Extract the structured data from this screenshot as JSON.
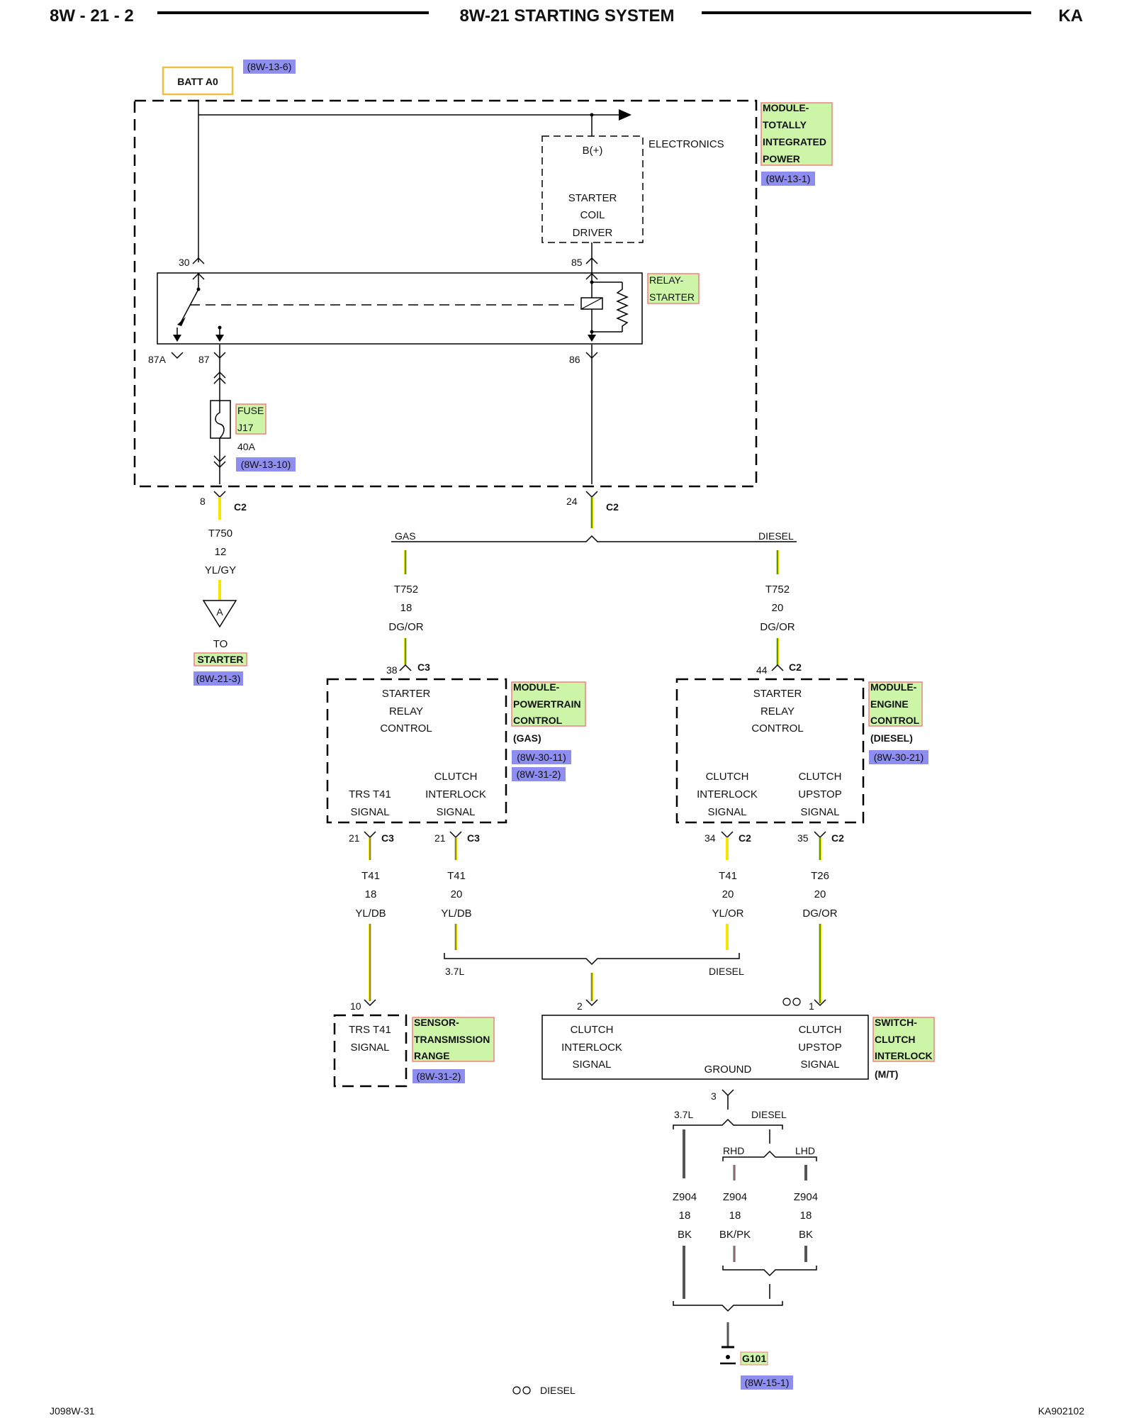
{
  "header": {
    "left": "8W - 21 - 2",
    "title": "8W-21 STARTING SYSTEM",
    "right": "KA"
  },
  "footer": {
    "left": "J098W-31",
    "right": "KA902102",
    "legend_text": "DIESEL"
  },
  "colors": {
    "component_fill": "#ccf5a8",
    "component_border": "#f08080",
    "component_text": "#5a6a00",
    "ref_fill": "#8e8ef0",
    "ref_text": "#1a1a8c",
    "batt_border": "#f0c040",
    "wire_yellow": "#f5e500",
    "wire_green": "#2a7a10",
    "wire_black": "#555555",
    "wire_pink": "#d08080"
  },
  "batt": {
    "label": "BATT A0",
    "ref": "(8W-13-6)"
  },
  "tipm": {
    "name": [
      "MODULE-",
      "TOTALLY",
      "INTEGRATED",
      "POWER"
    ],
    "ref": "(8W-13-1)",
    "electronics": "ELECTRONICS",
    "driver": [
      "B(+)",
      "STARTER",
      "COIL",
      "DRIVER"
    ]
  },
  "relay": {
    "name": [
      "RELAY-",
      "STARTER"
    ],
    "pins": {
      "p30": "30",
      "p85": "85",
      "p87a": "87A",
      "p87": "87",
      "p86": "86"
    }
  },
  "fuse": {
    "name": [
      "FUSE",
      "J17"
    ],
    "rating": "40A",
    "ref": "(8W-13-10)"
  },
  "c2_left": {
    "pin": "8",
    "conn": "C2"
  },
  "c2_mid": {
    "pin": "24",
    "conn": "C2"
  },
  "wire_t750": {
    "circuit": "T750",
    "gauge": "12",
    "color": "YL/GY"
  },
  "to_starter": {
    "letter": "A",
    "to": "TO",
    "name": "STARTER",
    "ref": "(8W-21-3)"
  },
  "split_gas_diesel": {
    "left": "GAS",
    "right": "DIESEL"
  },
  "wire_t752_gas": {
    "circuit": "T752",
    "gauge": "18",
    "color": "DG/OR"
  },
  "wire_t752_diesel": {
    "circuit": "T752",
    "gauge": "20",
    "color": "DG/OR"
  },
  "pcm": {
    "pin_in": "38",
    "conn_in": "C3",
    "name": [
      "MODULE-",
      "POWERTRAIN",
      "CONTROL"
    ],
    "variant": "(GAS)",
    "refs": [
      "(8W-30-11)",
      "(8W-31-2)"
    ],
    "func_top": [
      "STARTER",
      "RELAY",
      "CONTROL"
    ],
    "func_left": [
      "TRS T41",
      "SIGNAL"
    ],
    "func_right": [
      "CLUTCH",
      "INTERLOCK",
      "SIGNAL"
    ],
    "pin_l": "21",
    "conn_l": "C3",
    "pin_r": "21",
    "conn_r": "C3"
  },
  "ecm": {
    "pin_in": "44",
    "conn_in": "C2",
    "name": [
      "MODULE-",
      "ENGINE",
      "CONTROL"
    ],
    "variant": "(DIESEL)",
    "ref": "(8W-30-21)",
    "func_top": [
      "STARTER",
      "RELAY",
      "CONTROL"
    ],
    "func_left": [
      "CLUTCH",
      "INTERLOCK",
      "SIGNAL"
    ],
    "func_right": [
      "CLUTCH",
      "UPSTOP",
      "SIGNAL"
    ],
    "pin_l": "34",
    "conn_l": "C2",
    "pin_r": "35",
    "conn_r": "C2"
  },
  "wire_t41_trs": {
    "circuit": "T41",
    "gauge": "18",
    "color": "YL/DB"
  },
  "wire_t41_pcm": {
    "circuit": "T41",
    "gauge": "20",
    "color": "YL/DB"
  },
  "wire_t41_ecm": {
    "circuit": "T41",
    "gauge": "20",
    "color": "YL/OR"
  },
  "wire_t26": {
    "circuit": "T26",
    "gauge": "20",
    "color": "DG/OR"
  },
  "split_clutch": {
    "left": "3.7L",
    "right": "DIESEL"
  },
  "trs_sensor": {
    "pin": "10",
    "func": [
      "TRS T41",
      "SIGNAL"
    ],
    "name": [
      "SENSOR-",
      "TRANSMISSION",
      "RANGE"
    ],
    "ref": "(8W-31-2)"
  },
  "clutch_switch": {
    "pin2": "2",
    "pin1": "1",
    "pin3": "3",
    "func_left": [
      "CLUTCH",
      "INTERLOCK",
      "SIGNAL"
    ],
    "func_right": [
      "CLUTCH",
      "UPSTOP",
      "SIGNAL"
    ],
    "ground": "GROUND",
    "name": [
      "SWITCH-",
      "CLUTCH",
      "INTERLOCK"
    ],
    "variant": "(M/T)"
  },
  "ground_split": {
    "left": "3.7L",
    "right": "DIESEL",
    "rhd": "RHD",
    "lhd": "LHD"
  },
  "wire_z904_a": {
    "circuit": "Z904",
    "gauge": "18",
    "color": "BK"
  },
  "wire_z904_b": {
    "circuit": "Z904",
    "gauge": "18",
    "color": "BK/PK"
  },
  "wire_z904_c": {
    "circuit": "Z904",
    "gauge": "18",
    "color": "BK"
  },
  "ground_g101": {
    "name": "G101",
    "ref": "(8W-15-1)"
  }
}
